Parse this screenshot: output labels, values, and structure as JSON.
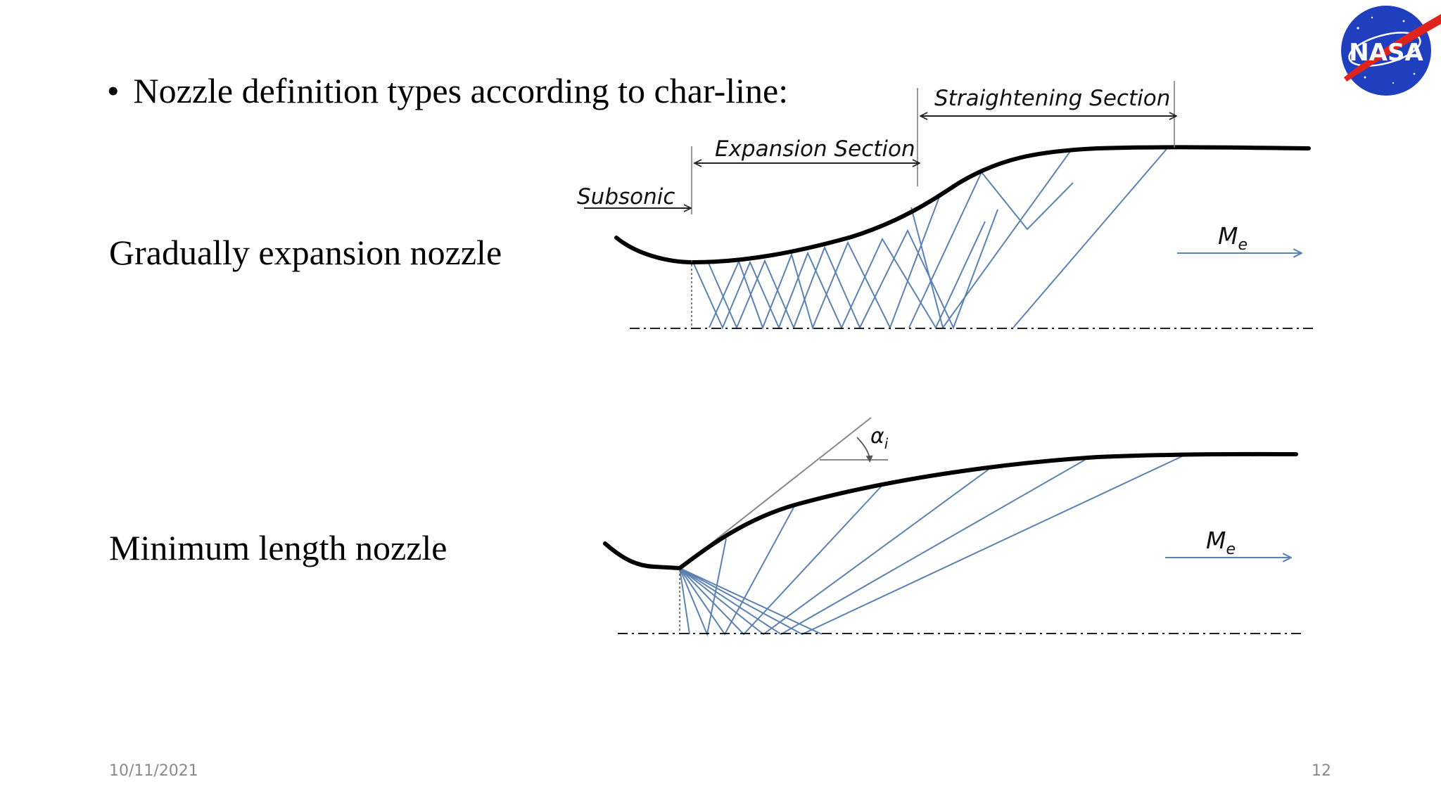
{
  "slide": {
    "bullet_text": "Nozzle definition types according to char-line:",
    "bullet_symbol": "•",
    "gradual_label": "Gradually expansion nozzle",
    "minimum_label": "Minimum length nozzle",
    "date": "10/11/2021",
    "page_number": "12"
  },
  "logo": {
    "text": "NASA",
    "colors": {
      "circle": "#1f3fbf",
      "swoosh": "#e0241b",
      "text": "#ffffff"
    }
  },
  "diagram_top": {
    "subsonic_label": "Subsonic",
    "expansion_label": "Expansion Section",
    "straightening_label": "Straightening Section",
    "mach_symbol": "M",
    "mach_subscript": "e"
  },
  "diagram_bottom": {
    "angle_symbol": "α",
    "angle_subscript": "i",
    "mach_symbol": "M",
    "mach_subscript": "e"
  },
  "colors": {
    "wall": "#000000",
    "char_line": "#5b82b0",
    "axis": "#000000",
    "dimension": "#222222"
  }
}
